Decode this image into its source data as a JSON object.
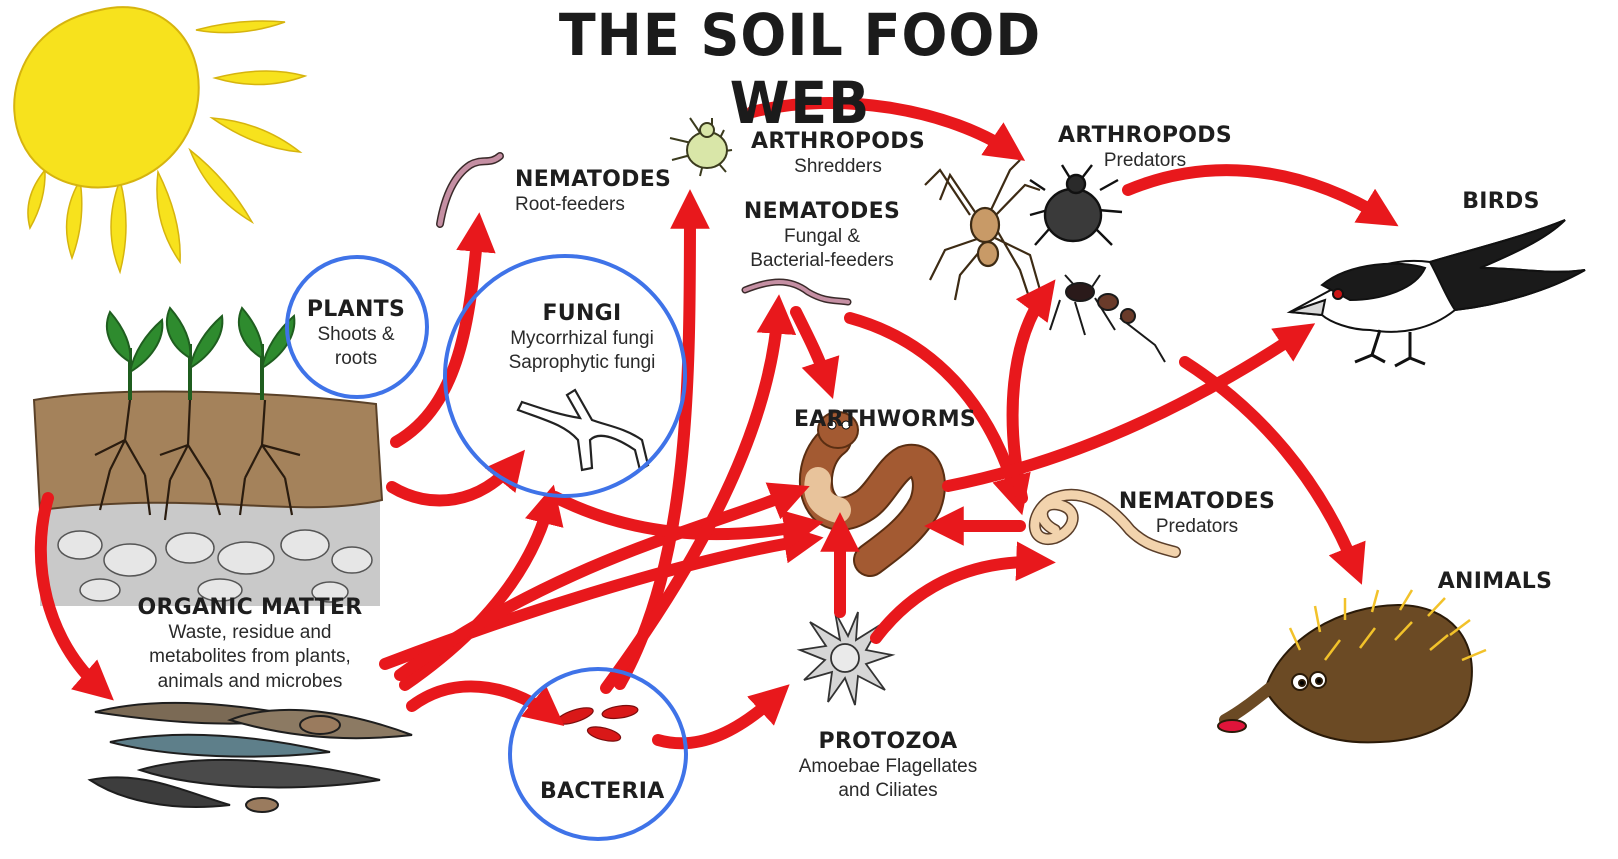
{
  "title": "THE SOIL FOOD WEB",
  "nodes": {
    "plants": {
      "name": "PLANTS",
      "sub": [
        "Shoots &",
        "roots"
      ]
    },
    "organic_matter": {
      "name": "ORGANIC MATTER",
      "sub": [
        "Waste, residue and",
        "metabolites from plants,",
        "animals and microbes"
      ]
    },
    "nematodes_root": {
      "name": "NEMATODES",
      "sub": [
        "Root-feeders"
      ]
    },
    "fungi": {
      "name": "FUNGI",
      "sub": [
        "Mycorrhizal fungi",
        "Saprophytic fungi"
      ]
    },
    "bacteria": {
      "name": "BACTERIA",
      "sub": []
    },
    "arthropods_shredders": {
      "name": "ARTHROPODS",
      "sub": [
        "Shredders"
      ]
    },
    "nematodes_fungal": {
      "name": "NEMATODES",
      "sub": [
        "Fungal &",
        "Bacterial-feeders"
      ]
    },
    "earthworms": {
      "name": "EARTHWORMS",
      "sub": []
    },
    "protozoa": {
      "name": "PROTOZOA",
      "sub": [
        "Amoebae Flagellates",
        "and Ciliates"
      ]
    },
    "arthropods_predators": {
      "name": "ARTHROPODS",
      "sub": [
        "Predators"
      ]
    },
    "nematodes_predators": {
      "name": "NEMATODES",
      "sub": [
        "Predators"
      ]
    },
    "birds": {
      "name": "BIRDS",
      "sub": []
    },
    "animals": {
      "name": "ANIMALS",
      "sub": []
    }
  },
  "edges": [
    [
      "sun",
      "plants"
    ],
    [
      "plants",
      "organic_matter"
    ],
    [
      "plants",
      "nematodes_root"
    ],
    [
      "plants",
      "fungi"
    ],
    [
      "organic_matter",
      "fungi"
    ],
    [
      "organic_matter",
      "bacteria"
    ],
    [
      "organic_matter",
      "earthworms"
    ],
    [
      "organic_matter",
      "arthropods_shredders"
    ],
    [
      "organic_matter",
      "nematodes_fungal"
    ],
    [
      "fungi",
      "earthworms"
    ],
    [
      "bacteria",
      "arthropods_shredders"
    ],
    [
      "bacteria",
      "nematodes_fungal"
    ],
    [
      "bacteria",
      "protozoa"
    ],
    [
      "protozoa",
      "earthworms"
    ],
    [
      "protozoa",
      "nematodes_predators"
    ],
    [
      "nematodes_fungal",
      "earthworms"
    ],
    [
      "nematodes_fungal",
      "nematodes_predators"
    ],
    [
      "nematodes_predators",
      "earthworms"
    ],
    [
      "nematodes_predators",
      "arthropods_predators"
    ],
    [
      "arthropods_shredders",
      "arthropods_predators"
    ],
    [
      "arthropods_predators",
      "birds"
    ],
    [
      "arthropods_predators",
      "animals"
    ],
    [
      "earthworms",
      "birds"
    ]
  ],
  "highlighted": [
    "plants",
    "fungi",
    "bacteria"
  ],
  "colors": {
    "arrow": "#e8181c",
    "highlight": "#3f73e8",
    "sun": "#f7e21d",
    "soil": "#a4825b",
    "leaf": "#2e8b2e"
  }
}
